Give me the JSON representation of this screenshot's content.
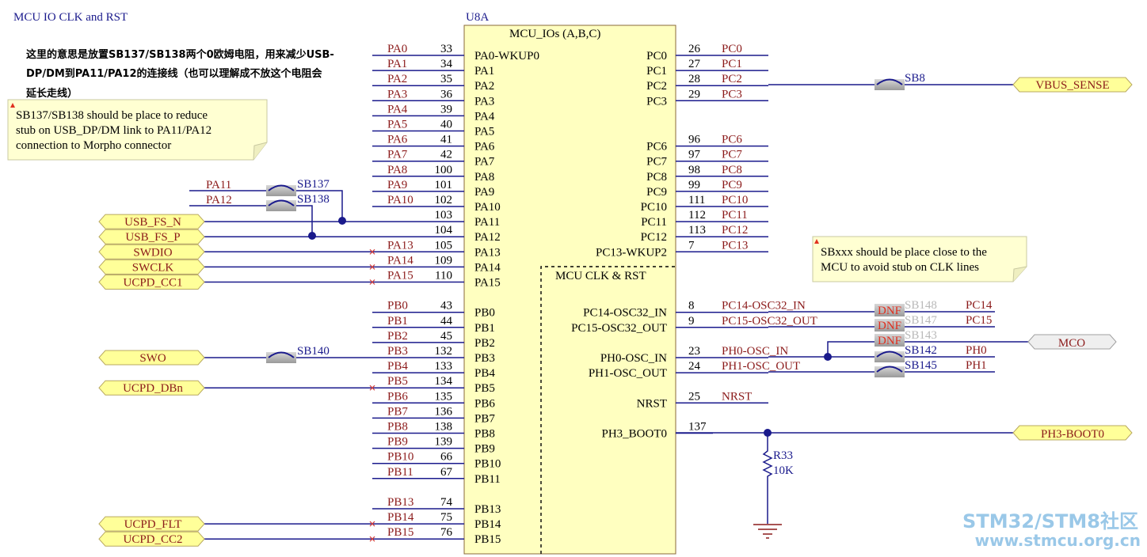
{
  "title": "MCU IO CLK and RST",
  "designator": "U8A",
  "part_name": "MCU_IOs (A,B,C)",
  "section_label": "MCU CLK & RST",
  "left_pins": [
    {
      "net": "PA0",
      "num": "33",
      "pin": "PA0-WKUP0"
    },
    {
      "net": "PA1",
      "num": "34",
      "pin": "PA1"
    },
    {
      "net": "PA2",
      "num": "35",
      "pin": "PA2"
    },
    {
      "net": "PA3",
      "num": "36",
      "pin": "PA3"
    },
    {
      "net": "PA4",
      "num": "39",
      "pin": "PA4"
    },
    {
      "net": "PA5",
      "num": "40",
      "pin": "PA5"
    },
    {
      "net": "PA6",
      "num": "41",
      "pin": "PA6"
    },
    {
      "net": "PA7",
      "num": "42",
      "pin": "PA7"
    },
    {
      "net": "PA8",
      "num": "100",
      "pin": "PA8"
    },
    {
      "net": "PA9",
      "num": "101",
      "pin": "PA9"
    },
    {
      "net": "PA10",
      "num": "102",
      "pin": "PA10"
    },
    {
      "net": "",
      "num": "103",
      "pin": "PA11"
    },
    {
      "net": "",
      "num": "104",
      "pin": "PA12"
    },
    {
      "net": "PA13",
      "num": "105",
      "pin": "PA13"
    },
    {
      "net": "PA14",
      "num": "109",
      "pin": "PA14"
    },
    {
      "net": "PA15",
      "num": "110",
      "pin": "PA15"
    },
    null,
    {
      "net": "PB0",
      "num": "43",
      "pin": "PB0"
    },
    {
      "net": "PB1",
      "num": "44",
      "pin": "PB1"
    },
    {
      "net": "PB2",
      "num": "45",
      "pin": "PB2"
    },
    {
      "net": "PB3",
      "num": "132",
      "pin": "PB3"
    },
    {
      "net": "PB4",
      "num": "133",
      "pin": "PB4"
    },
    {
      "net": "PB5",
      "num": "134",
      "pin": "PB5"
    },
    {
      "net": "PB6",
      "num": "135",
      "pin": "PB6"
    },
    {
      "net": "PB7",
      "num": "136",
      "pin": "PB7"
    },
    {
      "net": "PB8",
      "num": "138",
      "pin": "PB8"
    },
    {
      "net": "PB9",
      "num": "139",
      "pin": "PB9"
    },
    {
      "net": "PB10",
      "num": "66",
      "pin": "PB10"
    },
    {
      "net": "PB11",
      "num": "67",
      "pin": "PB11"
    },
    null,
    {
      "net": "PB13",
      "num": "74",
      "pin": "PB13"
    },
    {
      "net": "PB14",
      "num": "75",
      "pin": "PB14"
    },
    {
      "net": "PB15",
      "num": "76",
      "pin": "PB15"
    }
  ],
  "right_pins": [
    {
      "row": 0,
      "pin": "PC0",
      "num": "26",
      "net": "PC0"
    },
    {
      "row": 1,
      "pin": "PC1",
      "num": "27",
      "net": "PC1"
    },
    {
      "row": 2,
      "pin": "PC2",
      "num": "28",
      "net": "PC2"
    },
    {
      "row": 3,
      "pin": "PC3",
      "num": "29",
      "net": "PC3"
    },
    {
      "row": 6,
      "pin": "PC6",
      "num": "96",
      "net": "PC6"
    },
    {
      "row": 7,
      "pin": "PC7",
      "num": "97",
      "net": "PC7"
    },
    {
      "row": 8,
      "pin": "PC8",
      "num": "98",
      "net": "PC8"
    },
    {
      "row": 9,
      "pin": "PC9",
      "num": "99",
      "net": "PC9"
    },
    {
      "row": 10,
      "pin": "PC10",
      "num": "111",
      "net": "PC10"
    },
    {
      "row": 11,
      "pin": "PC11",
      "num": "112",
      "net": "PC11"
    },
    {
      "row": 12,
      "pin": "PC12",
      "num": "113",
      "net": "PC12"
    },
    {
      "row": 13,
      "pin": "PC13-WKUP2",
      "num": "7",
      "net": "PC13"
    },
    {
      "row": 17,
      "pin": "PC14-OSC32_IN",
      "num": "8",
      "net": "PC14-OSC32_IN"
    },
    {
      "row": 18,
      "pin": "PC15-OSC32_OUT",
      "num": "9",
      "net": "PC15-OSC32_OUT"
    },
    {
      "row": 20,
      "pin": "PH0-OSC_IN",
      "num": "23",
      "net": "PH0-OSC_IN"
    },
    {
      "row": 21,
      "pin": "PH1-OSC_OUT",
      "num": "24",
      "net": "PH1-OSC_OUT"
    },
    {
      "row": 23,
      "pin": "NRST",
      "num": "25",
      "net": "NRST"
    },
    {
      "row": 25,
      "pin": "PH3_BOOT0",
      "num": "137",
      "net": ""
    }
  ],
  "ports_left": [
    {
      "row": 11,
      "label": "USB_FS_N"
    },
    {
      "row": 12,
      "label": "USB_FS_P"
    },
    {
      "row": 13,
      "label": "SWDIO"
    },
    {
      "row": 14,
      "label": "SWCLK"
    },
    {
      "row": 15,
      "label": "UCPD_CC1"
    },
    {
      "row": 20,
      "label": "SWO"
    },
    {
      "row": 22,
      "label": "UCPD_DBn"
    },
    {
      "row": 31,
      "label": "UCPD_FLT"
    },
    {
      "row": 32,
      "label": "UCPD_CC2"
    }
  ],
  "ports_right": [
    {
      "label": "VBUS_SENSE"
    },
    {
      "label": "MCO"
    },
    {
      "label": "PH3-BOOT0"
    }
  ],
  "aux_nets": {
    "pa11": "PA11",
    "pa12": "PA12",
    "pc14": "PC14",
    "pc15": "PC15",
    "ph0": "PH0",
    "ph1": "PH1"
  },
  "jumpers": {
    "sb137": "SB137",
    "sb138": "SB138",
    "sb140": "SB140",
    "sb8": "SB8",
    "sb148": "SB148",
    "sb147": "SB147",
    "sb143": "SB143",
    "sb142": "SB142",
    "sb145": "SB145"
  },
  "dnf_text": "DNF",
  "resistor": {
    "ref": "R33",
    "value": "10K"
  },
  "notes": {
    "cn_lines": [
      "这里的意思是放置SB137/SB138两个0欧姆电阻，用来减少USB-",
      "DP/DM到PA11/PA12的连接线（也可以理解成不放这个电阻会",
      "延长走线）"
    ],
    "note1_lines": [
      "SB137/SB138 should be place to reduce",
      "stub on USB_DP/DM link to PA11/PA12",
      "connection to Morpho connector"
    ],
    "note2_lines": [
      "SBxxx should be place close to the",
      "MCU to avoid stub on CLK lines"
    ]
  },
  "watermark": {
    "line1": "STM32/STM8社区",
    "line2": "www.stmcu.org.cn"
  },
  "colors": {
    "wire": "#1a1a8c",
    "net": "#8b1a1a",
    "body": "#ffffc0",
    "body_border": "#8a6a3a",
    "note": "#ffffd2",
    "port": "#ffff99",
    "watermark": "#9ac8e8"
  }
}
